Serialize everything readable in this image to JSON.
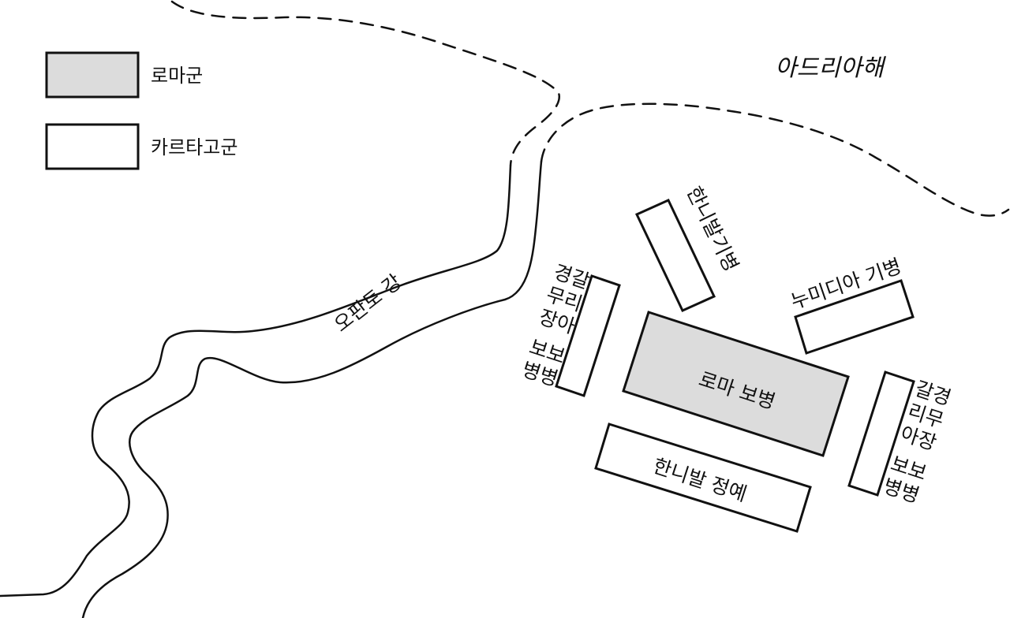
{
  "legend": {
    "roman": {
      "label": "로마군",
      "color": "#dcdcdc"
    },
    "carthaginian": {
      "label": "카르타고군",
      "color": "#ffffff"
    }
  },
  "geography": {
    "sea": "아드리아해",
    "river": "오판토 강"
  },
  "units": {
    "roman_infantry": {
      "label": "로마 보병",
      "side": "roman"
    },
    "hannibal_cavalry": {
      "label_line1": "한니발",
      "label_line2": "기병",
      "side": "carthaginian"
    },
    "numidian_cavalry": {
      "label": "누미디아 기병",
      "side": "carthaginian"
    },
    "hannibal_elite": {
      "label": "한니발 정예",
      "side": "carthaginian"
    },
    "left_light_infantry": {
      "label_col1": "경갈",
      "label_col2": "무리",
      "label_col3": "장아",
      "label_col4": "보보",
      "label_col5": "병병",
      "side": "carthaginian"
    },
    "right_light_infantry": {
      "label_col1": "갈경",
      "label_col2": "리무",
      "label_col3": "아장",
      "label_col4": "보보",
      "label_col5": "병병",
      "side": "carthaginian"
    }
  },
  "styles": {
    "ink": "#111111",
    "roman_fill": "#dcdcdc",
    "carthaginian_fill": "#ffffff"
  }
}
